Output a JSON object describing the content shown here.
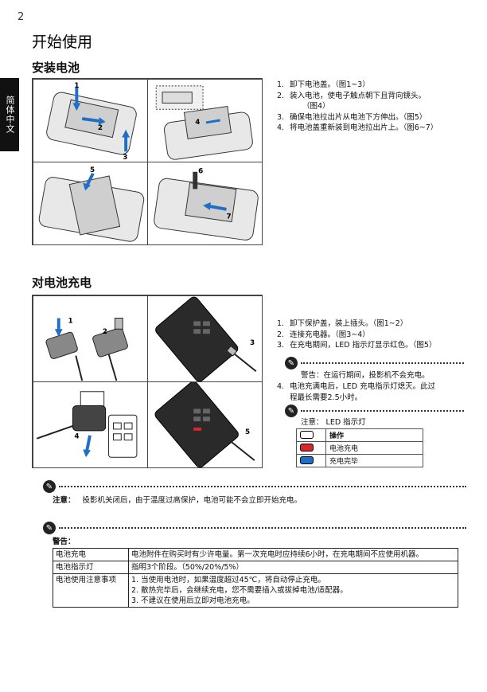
{
  "page_number": "2",
  "title": "开始使用",
  "side_tab": "简体中文",
  "install": {
    "heading": "安装电池",
    "figure_labels": [
      "1",
      "2",
      "3",
      "4",
      "5",
      "6",
      "7"
    ],
    "steps": [
      {
        "n": "1.",
        "text": "卸下电池盖。（图1~3）"
      },
      {
        "n": "2.",
        "text": "装入电池，使电子触点朝下且背向镜头。"
      },
      {
        "n": "",
        "text": "（图4）"
      },
      {
        "n": "3.",
        "text": "确保电池拉出片从电池下方伸出。（图5）"
      },
      {
        "n": "4.",
        "text": "将电池盖重新装到电池拉出片上。（图6~7）"
      }
    ]
  },
  "charge": {
    "heading": "对电池充电",
    "figure_labels": [
      "1",
      "2",
      "3",
      "4",
      "5"
    ],
    "steps": [
      {
        "n": "1.",
        "text": "卸下保护盖，装上插头。（图1~2）"
      },
      {
        "n": "2.",
        "text": "连接充电器。（图3~4）"
      },
      {
        "n": "3.",
        "text": "在充电期间，LED 指示灯显示红色。（图5）"
      }
    ],
    "warning_inline": "警告：在运行期间，投影机不会充电。",
    "step4": {
      "n": "4.",
      "line1": "电池充满电后，LED 充电指示灯熄灭。此过",
      "line2": "程最长需要2.5小时。"
    },
    "led_note_label": "注意： LED 指示灯",
    "led_table": [
      {
        "state": "操作",
        "color": "#ffffff"
      },
      {
        "state": "电池充电",
        "color": "#d9262a"
      },
      {
        "state": "充电完毕",
        "color": "#1f6fc4"
      }
    ]
  },
  "note": {
    "label": "注意：",
    "text": "投影机关闭后，由于温度过高保护，电池可能不会立即开始充电。"
  },
  "warning": {
    "label": "警告：",
    "rows": [
      {
        "key": "电池充电",
        "lines": [
          "电池附件在购买时有少许电量。第一次充电时应持续6小时，在充电期间不应使用机器。"
        ]
      },
      {
        "key": "电池指示灯",
        "lines": [
          "指明3个阶段。（50%/20%/5%）"
        ]
      },
      {
        "key": "电池使用注意事项",
        "lines": [
          "1.  当使用电池时，如果温度超过45℃，将自动停止充电。",
          "2.  散热完毕后，会继续充电，您不需要插入或拔掉电池/适配器。",
          "3.  不建议在使用后立即对电池充电。"
        ]
      }
    ]
  }
}
